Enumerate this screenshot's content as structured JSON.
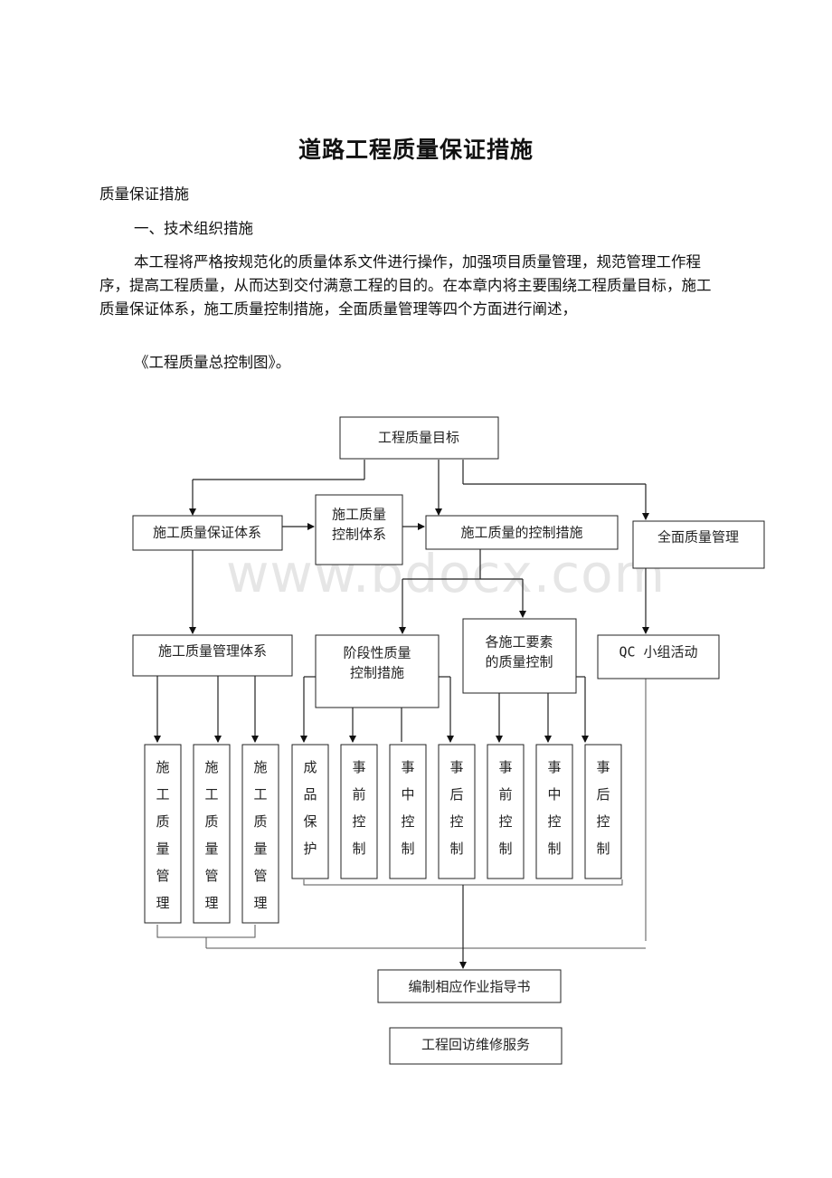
{
  "doc": {
    "title": "道路工程质量保证措施",
    "heading1": "质量保证措施",
    "heading2": "一、技术组织措施",
    "body": "本工程将严格按规范化的质量体系文件进行操作，加强项目质量管理，规范管理工作程序，提高工程质量，从而达到交付满意工程的目的。在本章内将主要围绕工程质量目标，施工质量保证体系，施工质量控制措施，全面质量管理等四个方面进行阐述，",
    "caption": "《工程质量总控制图》。",
    "watermark": "www.bdocx.com"
  },
  "diagram": {
    "goal": "工程质量目标",
    "assurance": "施工质量保证体系",
    "control_system_1": "施工质量",
    "control_system_2": "控制体系",
    "control_measures": "施工质量的控制措施",
    "tqm": "全面质量管理",
    "mgmt_system": "施工质量管理体系",
    "stage_1": "阶段性质量",
    "stage_2": "控制措施",
    "elements_1": "各施工要素",
    "elements_2": "的质量控制",
    "qc": "QC 小组活动",
    "mgmt_cols": [
      "施工质量管理",
      "施工质量管理",
      "施工质量管理"
    ],
    "stage_cols": [
      "成品保护",
      "事前控制",
      "事中控制",
      "事后控制"
    ],
    "element_cols": [
      "事前控制",
      "事中控制",
      "事后控制"
    ],
    "guide": "编制相应作业指导书",
    "service": "工程回访维修服务"
  }
}
